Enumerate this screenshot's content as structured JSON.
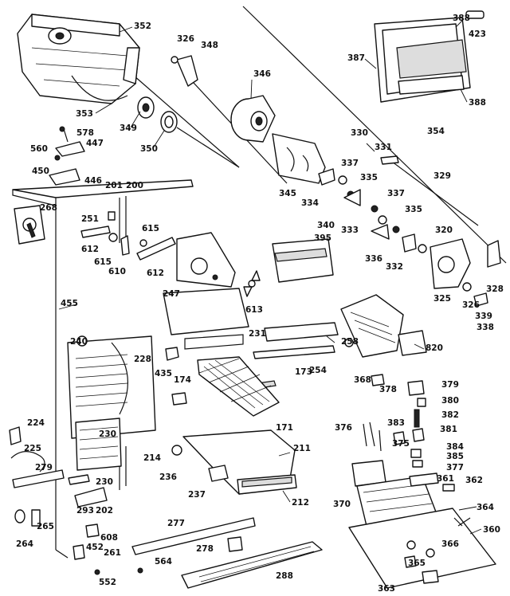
{
  "labels": {
    "l352": "352",
    "l326a": "326",
    "l348": "348",
    "l346": "346",
    "l353": "353",
    "l349": "349",
    "l350": "350",
    "l578": "578",
    "l447": "447",
    "l560": "560",
    "l450": "450",
    "l446": "446",
    "l201": "201",
    "l200": "200",
    "l268": "268",
    "l251": "251",
    "l612a": "612",
    "l615a": "615",
    "l615b": "615",
    "l610": "610",
    "l612b": "612",
    "l345": "345",
    "l334": "334",
    "l337a": "337",
    "l335a": "335",
    "l330": "330",
    "l331": "331",
    "l354": "354",
    "l329": "329",
    "l340": "340",
    "l333": "333",
    "l337b": "337",
    "l335b": "335",
    "l336": "336",
    "l332": "332",
    "l320": "320",
    "l395": "395",
    "l247": "247",
    "l613": "613",
    "l455": "455",
    "l240": "240",
    "l228": "228",
    "l231": "231",
    "l258": "258",
    "l254": "254",
    "l435": "435",
    "l174": "174",
    "l173": "173",
    "l171": "171",
    "l325": "325",
    "l326b": "326",
    "l339": "339",
    "l328": "328",
    "l338": "338",
    "l820": "820",
    "l368": "368",
    "l378": "378",
    "l379": "379",
    "l380": "380",
    "l382": "382",
    "l381": "381",
    "l376": "376",
    "l383": "383",
    "l375": "375",
    "l384": "384",
    "l385": "385",
    "l377": "377",
    "l224": "224",
    "l225": "225",
    "l230a": "230",
    "l214": "214",
    "l279": "279",
    "l230b": "230",
    "l236": "236",
    "l211": "211",
    "l237": "237",
    "l212": "212",
    "l361": "361",
    "l362": "362",
    "l370": "370",
    "l293": "293",
    "l202": "202",
    "l265": "265",
    "l264": "264",
    "l277": "277",
    "l608": "608",
    "l452": "452",
    "l261": "261",
    "l278": "278",
    "l564": "564",
    "l552": "552",
    "l288": "288",
    "l364": "364",
    "l360": "360",
    "l366": "366",
    "l365": "365",
    "l363": "363",
    "l388a": "388",
    "l423": "423",
    "l387": "387",
    "l388b": "388"
  }
}
